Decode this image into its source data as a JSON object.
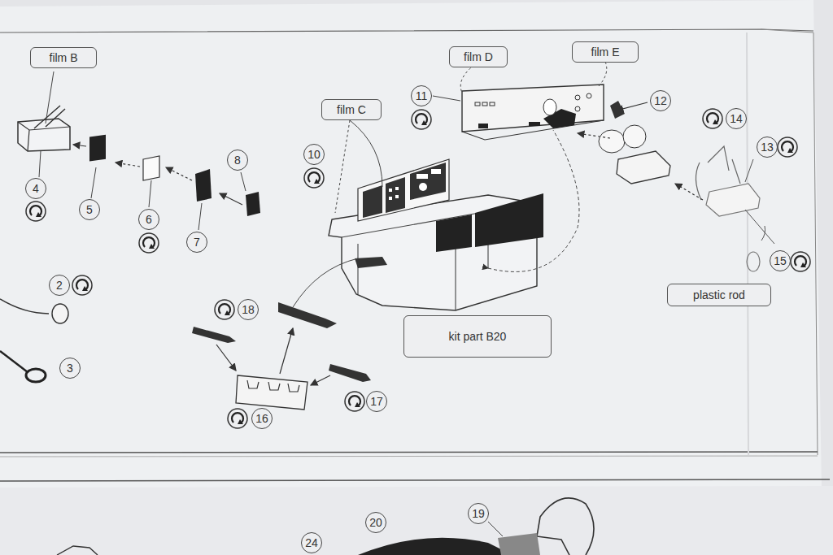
{
  "diagram": {
    "nodes": [
      {
        "text": [
          "film B"
        ]
      },
      {
        "text": [
          "film D"
        ]
      },
      {
        "text": [
          "film E"
        ]
      },
      {
        "text": [
          "film C"
        ]
      },
      {
        "text": [
          "11"
        ]
      },
      {
        "text": [
          "12"
        ]
      },
      {
        "text": [
          "14"
        ]
      },
      {
        "text": [
          "13"
        ]
      },
      {
        "text": [
          "8"
        ]
      },
      {
        "text": [
          "10"
        ]
      },
      {
        "text": [
          "4"
        ]
      },
      {
        "text": [
          "5"
        ]
      },
      {
        "text": [
          "6"
        ]
      },
      {
        "text": [
          "7"
        ]
      },
      {
        "text": [
          "plastic rod"
        ]
      },
      {
        "text": [
          "15"
        ]
      },
      {
        "text": [
          "2"
        ]
      },
      {
        "text": [
          "18"
        ]
      },
      {
        "text": [
          "kit part B20"
        ]
      },
      {
        "text": [
          "3"
        ]
      },
      {
        "text": [
          "17"
        ]
      },
      {
        "text": [
          "16"
        ]
      },
      {
        "text": [
          "20"
        ]
      },
      {
        "text": [
          "19"
        ]
      },
      {
        "text": [
          "24"
        ]
      }
    ]
  }
}
